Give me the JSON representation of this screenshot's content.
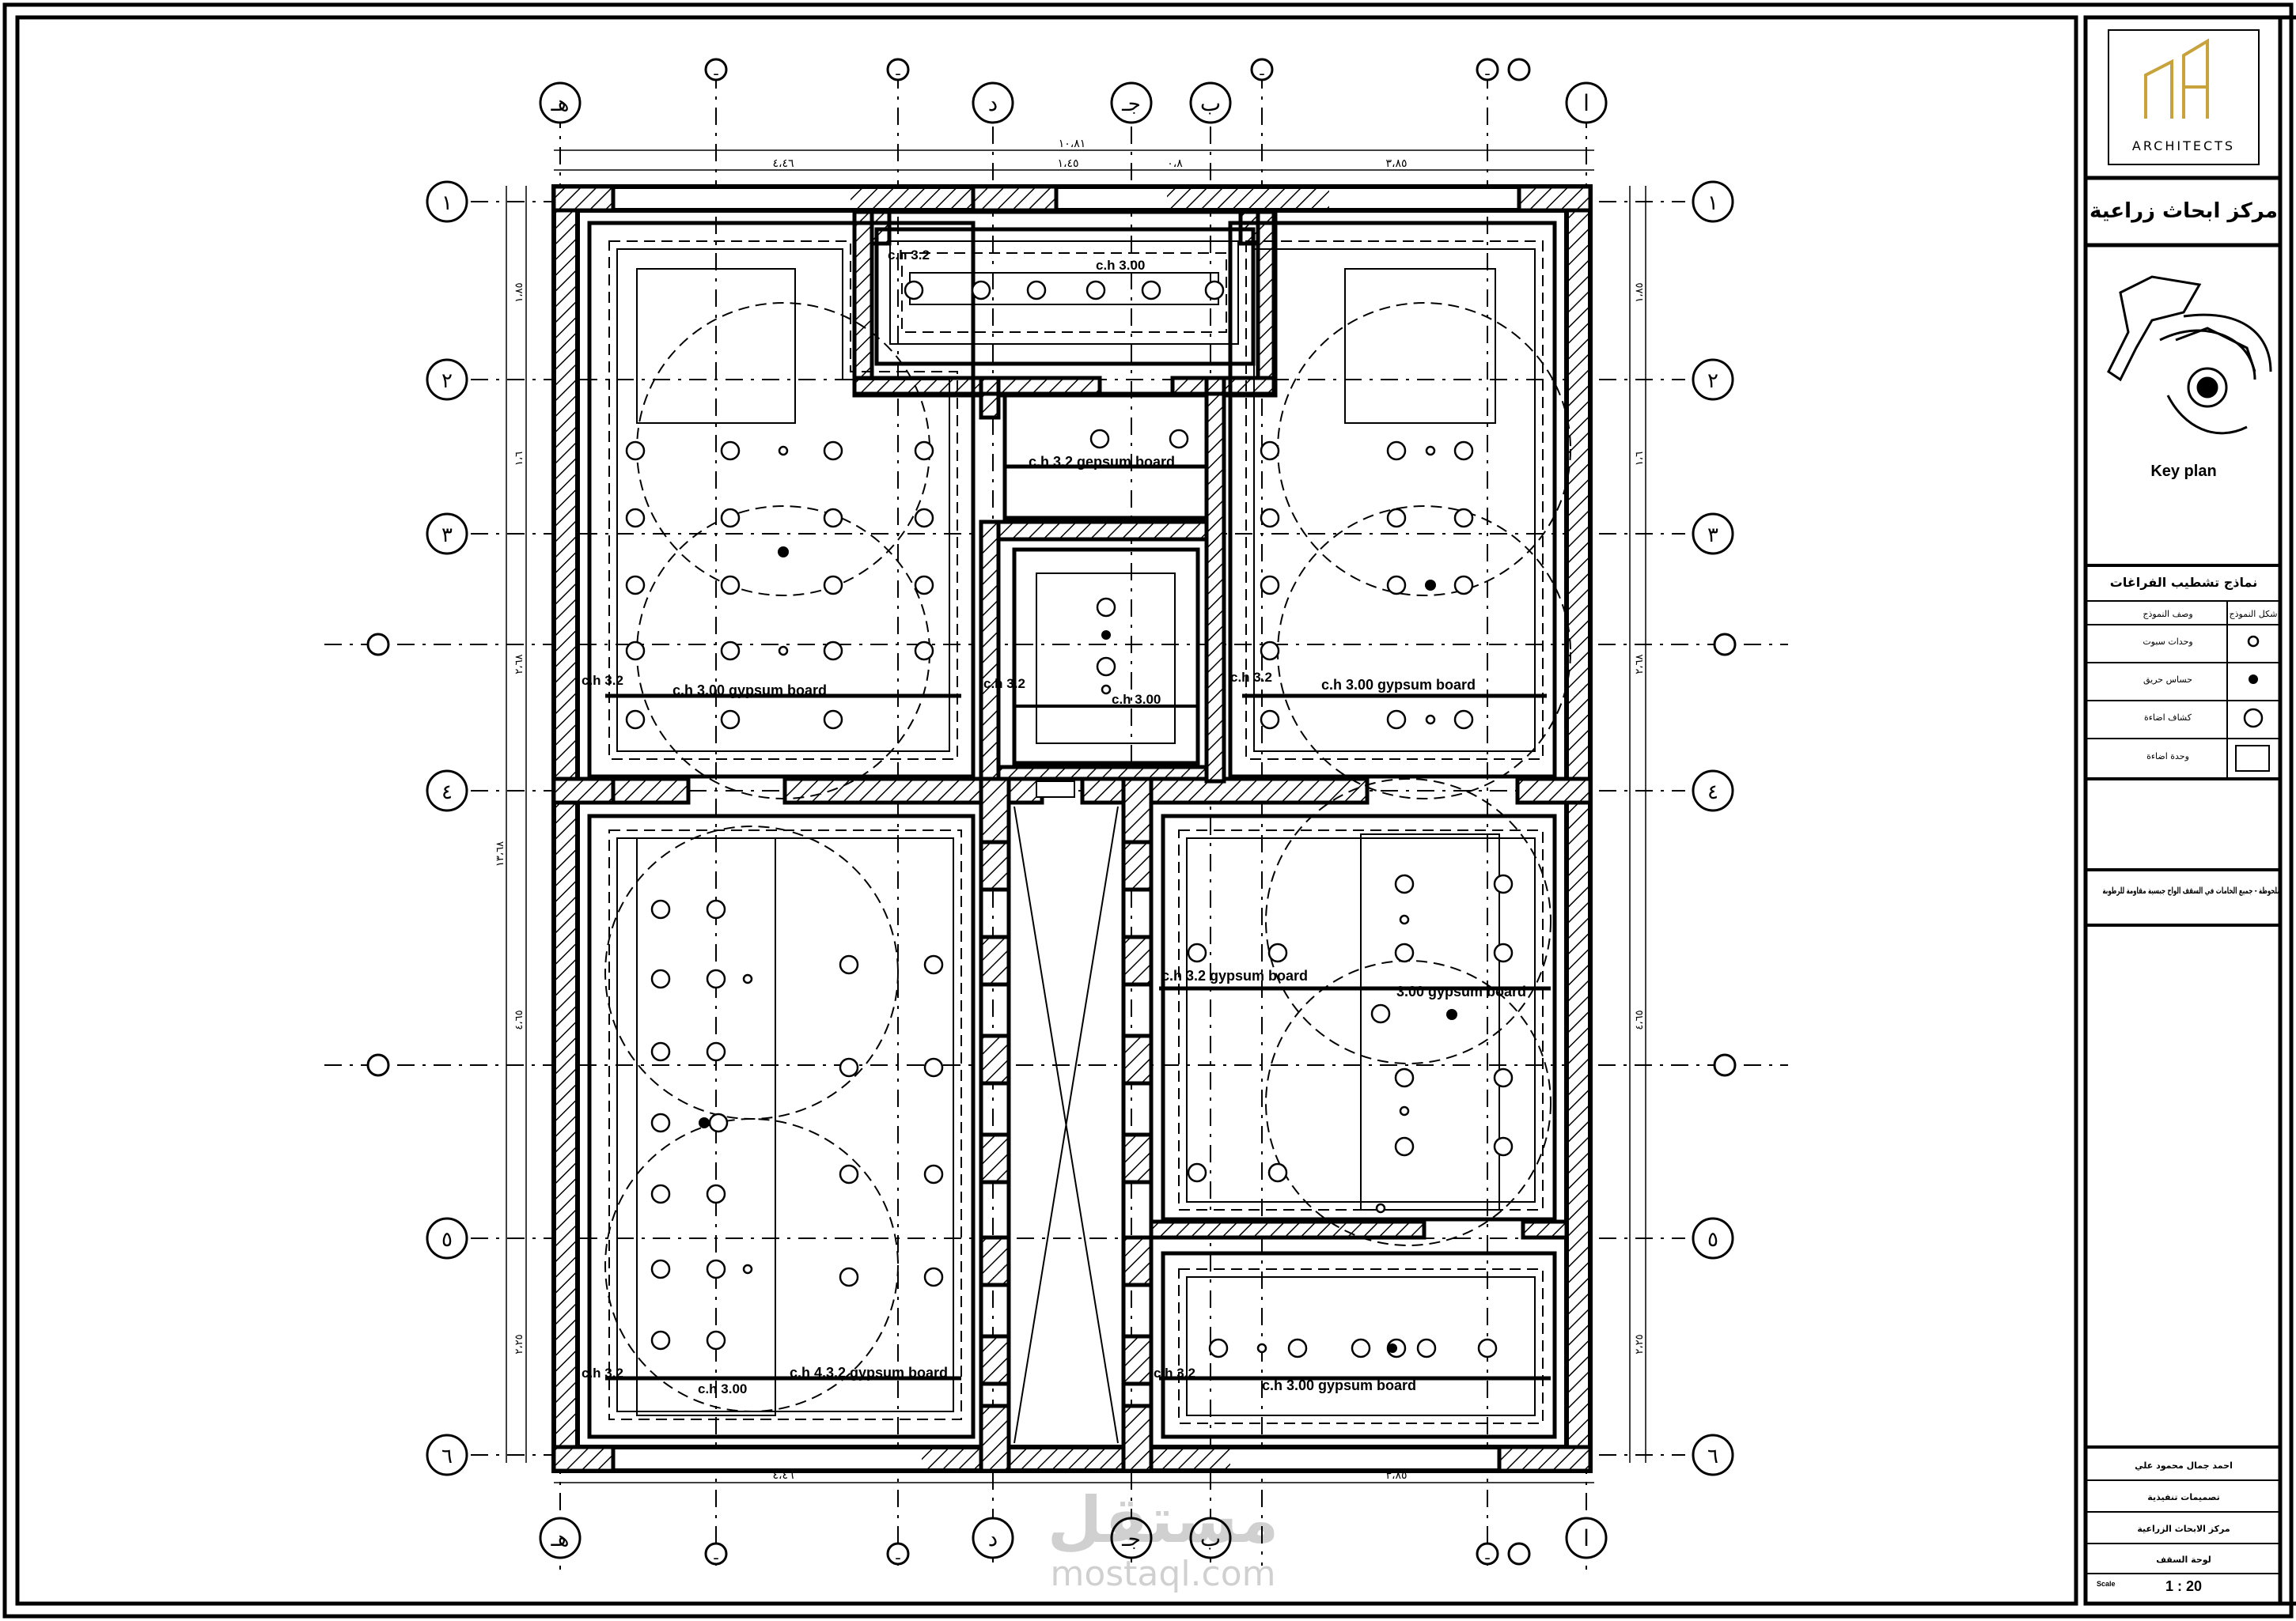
{
  "title_block": {
    "firm": "ARCHITECTS",
    "project": "مركز ابحاث زراعية",
    "key_plan_label": "Key plan",
    "legend_title": "نماذج تشطيب الفراغات",
    "legend_headers": [
      "وصف النموذج",
      "شكل النموذج"
    ],
    "legend_rows": [
      {
        "label": "وحدات سبوت",
        "symbol": "small-circle"
      },
      {
        "label": "حساس حريق",
        "symbol": "filled-dot"
      },
      {
        "label": "كشاف اضاءة",
        "symbol": "large-circle"
      },
      {
        "label": "وحدة اضاءة",
        "symbol": "square"
      }
    ],
    "note": "ملحوظة - جميع الخامات في السقف الواح جبسية مقاومة للرطوبة",
    "info_rows": [
      "احمد جمال محمود علي",
      "تصميمات تنفيذية",
      "مركز الابحاث الزراعية",
      "لوحة السقف"
    ],
    "scale_label": "Scale",
    "scale_value": "1 : 20"
  },
  "grid": {
    "columns": [
      "هـ",
      "ـ",
      "ـ",
      "د",
      "جـ",
      "ب",
      "ـ",
      "ـ",
      "ا"
    ],
    "rows": [
      "١",
      "٢",
      "٣",
      "٤",
      "٥",
      "٦"
    ],
    "overall_dim": "١٠،٨١",
    "top_dims": [
      "٤،٤٦",
      "١،٤٥",
      "٠،٨",
      "٣،٨٥"
    ],
    "left_dims": [
      "١،٨٥",
      "١،٦",
      "٢،٦٨",
      "١٣،٦٨",
      "٤،٦٥",
      "٢،٢٥"
    ]
  },
  "ceiling_labels": {
    "ch_32_top": "c.h 3.2",
    "ch_300_top": "c.h 3.00",
    "gepsum": "c.h 3.2 gepsum board",
    "tl_gyp": "c.h   3.00 gypsum board",
    "tl_ch32": "c.h 3.2",
    "center_ch32": "c.h 3.2",
    "center_ch300": "c.h 3.00",
    "tr_ch32": "c.h 3.2",
    "tr_gyp": "c.h   3.00 gypsum board",
    "br_gyp32": "c.h   3.2 gypsum board",
    "br_gyp300": "3.00 gypsum board",
    "bl_ch32": "c.h 3.2",
    "bl_ch300": "c.h 3.00",
    "bl_gyp": "c.h   4.3.2 gypsum board",
    "br2_ch32": "c.h 3.2",
    "br2_gyp": "c.h   3.00 gypsum board"
  },
  "watermark": {
    "logo": "مستقل",
    "site": "mostaql.com"
  }
}
